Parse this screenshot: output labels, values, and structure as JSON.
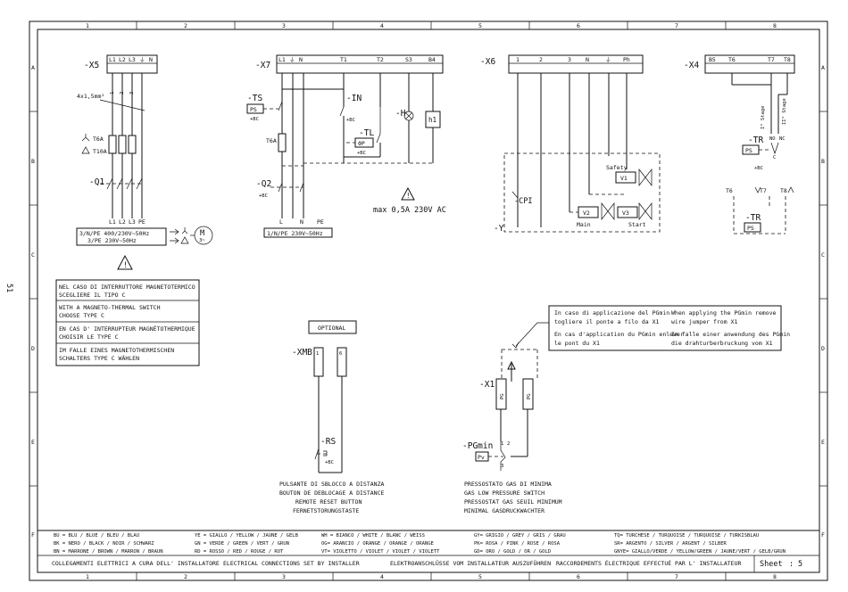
{
  "page_number": "51",
  "frame": {
    "columns": [
      "1",
      "2",
      "3",
      "4",
      "5",
      "6",
      "7",
      "8"
    ],
    "rows": [
      "A",
      "B",
      "C",
      "D",
      "E",
      "F"
    ]
  },
  "x5": {
    "ref": "-X5",
    "terminals": [
      "L1",
      "L2",
      "L3",
      "⏚",
      "N"
    ],
    "wires": [
      "1",
      "2",
      "3"
    ],
    "cable": "4x1,5mm²",
    "fuse_star": "T6A",
    "fuse_delta": "T10A",
    "switch_ref": "-Q1",
    "outputs": [
      "L1",
      "L2",
      "L3",
      "PE"
    ],
    "supply_line1": "3/N/PE 400/230V~50Hz",
    "supply_line2": "3/PE 230V~50Hz",
    "motor": "M",
    "motor_phase": "3~"
  },
  "x7": {
    "ref": "-X7",
    "terminals": [
      "L1",
      "⏚",
      "N",
      "T1",
      "T2",
      "S3",
      "B4"
    ],
    "ts_ref": "-TS",
    "ts_label": "PS",
    "ts_bc": "+BC",
    "in_ref": "-IN",
    "in_bc": "+BC",
    "tl_ref": "-TL",
    "tl_label": "ϑP",
    "tl_bc": "+BC",
    "h_ref": "-H",
    "h1": "h1",
    "fuse": "T6A",
    "q2_ref": "-Q2",
    "q2_bc": "+BC",
    "outputs": [
      "L",
      "N",
      "PE"
    ],
    "supply": "1/N/PE 230V~50Hz",
    "max_rating": "max 0,5A 230V AC"
  },
  "x6": {
    "ref": "-X6",
    "terminals": [
      "1",
      "2",
      "3",
      "N",
      "⏚",
      "Ph"
    ],
    "cpi": "-CPI",
    "y_ref": "-Y",
    "safety": "Safety",
    "v1": "V1",
    "v2": "V2",
    "v3": "V3",
    "main": "Main",
    "start": "Start"
  },
  "x4": {
    "ref": "-X4",
    "terminals": [
      "B5",
      "T6",
      "T7",
      "T8"
    ],
    "stage1": "I° Stage",
    "stage2": "II° Stage",
    "no": "NO",
    "nc": "NC",
    "c": "C",
    "tr_ref": "-TR",
    "tr_label": "PS",
    "tr_bc": "+BC",
    "t6": "T6",
    "t7": "T7",
    "t8": "T8",
    "tr2_ref": "-TR",
    "tr2_label": "PS"
  },
  "warning_box": [
    "NEL CASO DI INTERRUTTORE MAGNETOTERMICO",
    "SCEGLIERE IL TIPO C",
    "WITH A MAGNETO-THERMAL SWITCH",
    "CHOOSE TYPE C",
    "EN CAS D' INTERRUPTEUR MAGNÉTOTHERMIQUE",
    "CHOISIR LE TYPE C",
    "IM FALLE EINES MAGNETOTHERMISCHEN",
    "SCHALTERS TYPE C WÄHLEN"
  ],
  "optional": {
    "label": "OPTIONAL",
    "xmb_ref": "-XMB",
    "pin1": "1",
    "pin2": "6",
    "rs_ref": "-RS",
    "rs_bc": "+BC",
    "caption": [
      "PULSANTE DI SBLOCCO A DISTANZA",
      "BOUTON DE DEBLOCAGE A DISTANCE",
      "REMOTE RESET BUTTON",
      "FERNETSTORUNGSTASTE"
    ]
  },
  "pgmin": {
    "note_it": [
      "In caso di applicazione del PGmin",
      "togliere il ponte a filo da X1"
    ],
    "note_fr": [
      "En cas d'application du PGmin enlever",
      "le pont du X1"
    ],
    "note_en": [
      "When applying the PGmin remove",
      "wire jumper from X1"
    ],
    "note_de": [
      "Im falle einer anwendung des PGmin",
      "die drahturberbruckung vom X1"
    ],
    "x1_ref": "-X1",
    "pin_a": "PG",
    "pin_b": "PG",
    "pg_ref": "-PGmin",
    "pg_label": "Pv",
    "c1": "1",
    "c2": "2",
    "c3": "3",
    "caption": [
      "PRESSOSTATO GAS DI MINIMA",
      "GAS LOW PRESSURE SWITCH",
      "PRESSOSTAT GAS SEUIL MINIMUM",
      "MINIMAL GASDRUCKWACHTER"
    ]
  },
  "legend": {
    "col1": [
      "BU = BLU / BLUE / BLEU / BLAU",
      "BK = NERO / BLACK / NOIR / SCHWARZ",
      "BN = MARRONE / BROWN / MARRON / BRAUN"
    ],
    "col2": [
      "YE = GIALLO / YELLOW / JAUNE / GELB",
      "GN = VERDE / GREEN / VERT / GRUN",
      "RD = ROSSO / RED / ROUGE / ROT"
    ],
    "col3": [
      "WH = BIANCO / WHITE / BLANC / WEISS",
      "OG= ARANCIO / ORANGE / ORANGE / ORANGE",
      "VT= VIOLETTO / VIOLET / VIOLET / VIOLETT"
    ],
    "col4": [
      "GY= GRIGIO / GREY / GRIS / GRAU",
      "PK= ROSA / PINK / ROSE / ROSA",
      "GD= ORO / GOLD / OR / GOLD"
    ],
    "col5": [
      "TQ= TURCHESE / TURQUOISE / TURQUOISE / TURKISBLAU",
      "SR= ARGENTO / SILVER / ARGENT / SILBER",
      "GNYE= GIALLO/VERDE / YELLOW/GREEN / JAUNE/VERT / GELB/GRUN"
    ]
  },
  "title_block": {
    "it": "COLLEGAMENTI ELETTRICI A CURA DELL' INSTALLATORE",
    "en": "ELECTRICAL CONNECTIONS SET BY INSTALLER",
    "de": "ELEKTROANSCHLÜSSE VOM INSTALLATEUR AUSZUFÜHREN",
    "fr": "RACCORDEMENTS ÉLECTRIQUE EFFECTUÉ PAR L' INSTALLATEUR",
    "sheet_label": "Sheet",
    "sheet_sep": ":",
    "sheet_number": "5"
  }
}
